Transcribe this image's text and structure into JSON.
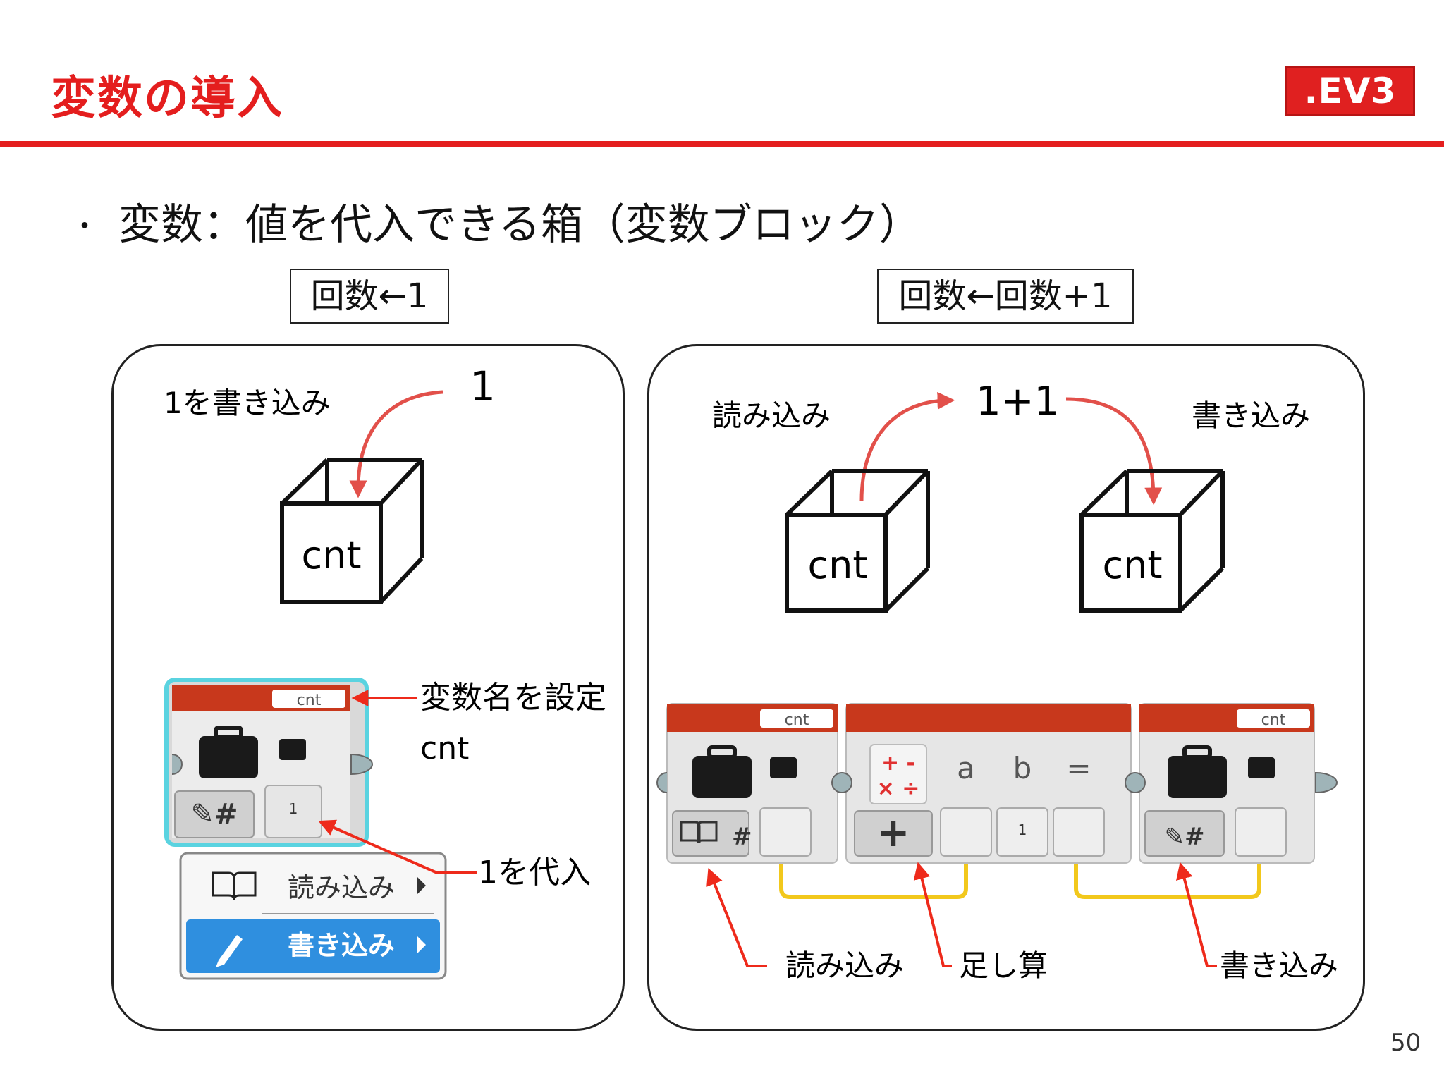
{
  "slide": {
    "title": "変数の導入",
    "logo": ".EV3",
    "bullet_marker": "・",
    "bullet": "変数：値を代入できる箱（変数ブロック）",
    "page_number": "50",
    "accent_color": "#e41e1e"
  },
  "left": {
    "formula": "回数←1",
    "write_label": "1を書き込み",
    "value": "1",
    "box_label": "cnt",
    "callout_name": "変数名を設定",
    "callout_name_value": "cnt",
    "callout_assign": "1を代入",
    "block": {
      "name_tab": "cnt",
      "input_value": "1",
      "mode_icon": "✎#",
      "menu": [
        {
          "icon": "book-icon",
          "label": "読み込み",
          "selected": false
        },
        {
          "icon": "pencil-icon",
          "label": "書き込み",
          "selected": true
        }
      ]
    }
  },
  "right": {
    "formula": "回数←回数+1",
    "read_label": "読み込み",
    "expression": "1+1",
    "write_label": "書き込み",
    "box_read_label": "cnt",
    "box_write_label": "cnt",
    "blocks": {
      "read_name_tab": "cnt",
      "write_name_tab": "cnt",
      "math_labels": [
        "a",
        "b",
        "="
      ],
      "math_input_b": "1",
      "math_op_symbols": "+ -\n× ÷"
    },
    "callouts": [
      "読み込み",
      "足し算",
      "書き込み"
    ]
  }
}
